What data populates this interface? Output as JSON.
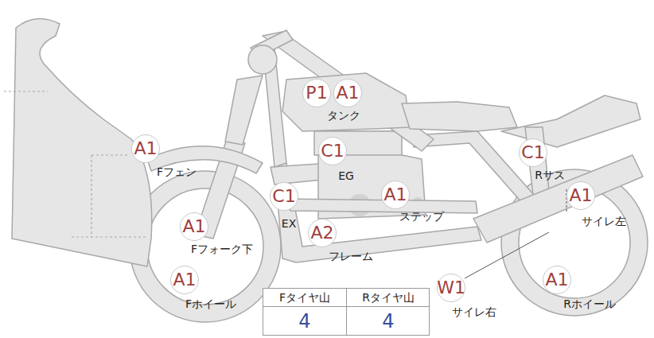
{
  "diagram": {
    "nodes": [
      {
        "text": [
          "P1"
        ]
      },
      {
        "text": [
          "A1",
          "タンク"
        ]
      },
      {
        "text": [
          "A1",
          "Fフェン"
        ]
      },
      {
        "text": [
          "C1",
          "EG"
        ]
      },
      {
        "text": [
          "C1",
          "Rサス"
        ]
      },
      {
        "text": [
          "C1",
          "EX"
        ]
      },
      {
        "text": [
          "A1",
          "ステップ"
        ]
      },
      {
        "text": [
          "A1",
          "サイレ左"
        ]
      },
      {
        "text": [
          "A1",
          "Fフォーク下"
        ]
      },
      {
        "text": [
          "A2",
          "フレーム"
        ]
      },
      {
        "text": [
          "W1",
          "サイレ右"
        ]
      },
      {
        "text": [
          "A1",
          "Fホイール"
        ]
      },
      {
        "text": [
          "A1",
          "Rホイール"
        ]
      }
    ],
    "labels": [
      "Fタイヤ山",
      "Rタイヤ山",
      "4",
      "4"
    ]
  }
}
